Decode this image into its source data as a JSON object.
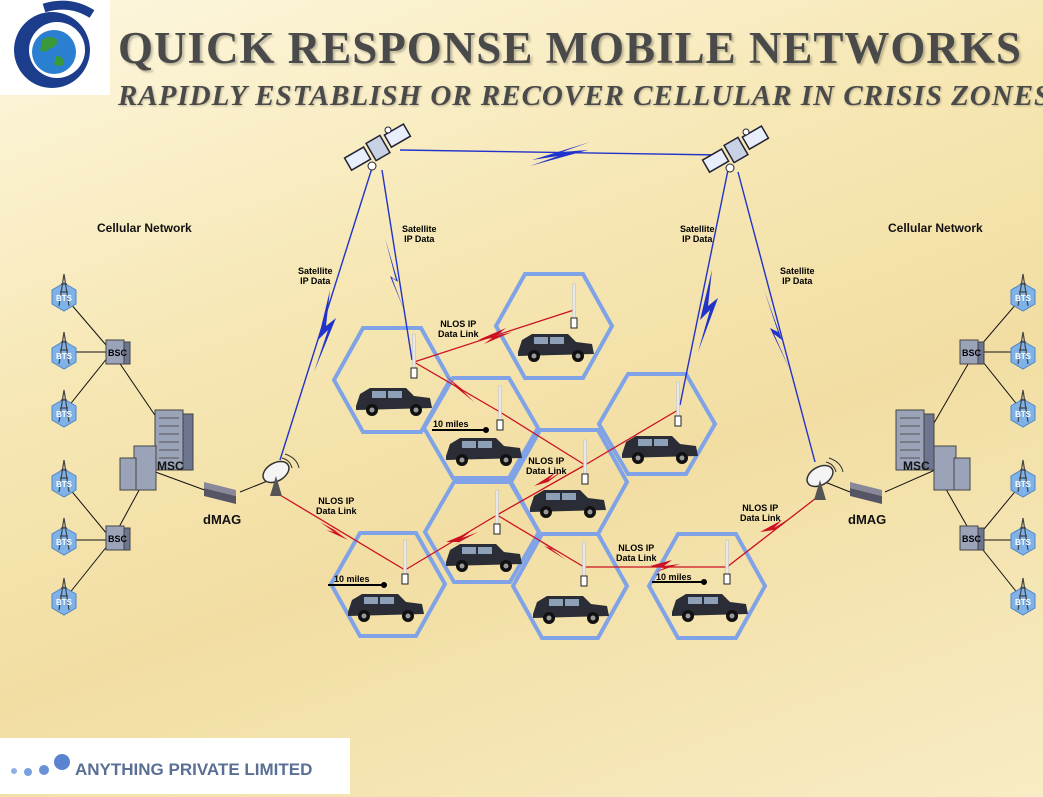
{
  "header": {
    "title": "QUICK RESPONSE MOBILE NETWORKS",
    "subtitle": "RAPIDLY ESTABLISH OR RECOVER CELLULAR IN CRISIS ZONES"
  },
  "footer": {
    "company": "ANYTHING PRIVATE LIMITED"
  },
  "labels": {
    "cellular_network": "Cellular Network",
    "satellite_ip_data": "Satellite\nIP Data",
    "nlos_ip_data_link": "NLOS IP\nData Link",
    "ten_miles": "10 miles",
    "bts": "BTS",
    "bsc": "BSC",
    "msc": "MSC",
    "dmag": "dMAG"
  },
  "colors": {
    "hex_border": "#7fa3e6",
    "link_red": "#cc1122",
    "satellite_link": "#2233cc",
    "title_text": "#4a4a4a"
  },
  "icons": [
    "globe-logo-icon",
    "satellite-icon",
    "satellite-dish-icon",
    "vehicle-icon",
    "antenna-mast-icon",
    "bts-tower-icon",
    "server-rack-icon",
    "modem-icon",
    "lightning-link-icon"
  ]
}
